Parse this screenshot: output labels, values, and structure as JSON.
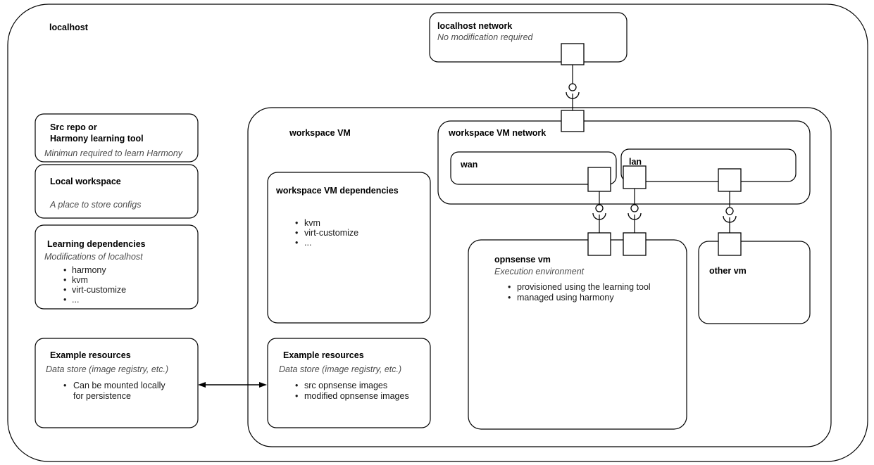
{
  "diagram": {
    "localhost": {
      "label": "localhost"
    },
    "localhost_network": {
      "title": "localhost network",
      "subtitle": "No modification required"
    },
    "src_repo": {
      "title_line1": "Src repo or",
      "title_line2": "Harmony learning tool",
      "subtitle": "Minimun required to learn Harmony"
    },
    "local_workspace": {
      "title": "Local workspace",
      "subtitle": "A place to store configs"
    },
    "learning_dependencies": {
      "title": "Learning dependencies",
      "subtitle": "Modifications of localhost",
      "items": [
        "harmony",
        "kvm",
        "virt-customize",
        "..."
      ]
    },
    "example_resources_local": {
      "title": "Example resources",
      "subtitle": "Data store (image registry, etc.)",
      "items": [
        "Can be mounted locally",
        "for persistence"
      ]
    },
    "workspace_vm": {
      "label": "workspace VM"
    },
    "workspace_vm_dependencies": {
      "title": "workspace VM dependencies",
      "items": [
        "kvm",
        "virt-customize",
        "..."
      ]
    },
    "example_resources_vm": {
      "title": "Example resources",
      "subtitle": "Data store (image registry, etc.)",
      "items": [
        "src opnsense images",
        "modified opnsense images"
      ]
    },
    "workspace_vm_network": {
      "label": "workspace VM network"
    },
    "wan": {
      "label": "wan"
    },
    "lan": {
      "label": "lan"
    },
    "opnsense_vm": {
      "title": "opnsense vm",
      "subtitle": "Execution environment",
      "items": [
        "provisioned using the learning tool",
        "managed using harmony"
      ]
    },
    "other_vm": {
      "label": "other vm"
    },
    "bullet_glyph": "•",
    "colors": {
      "stroke": "#000000",
      "background": "#ffffff",
      "subtitle_text": "#4d4d4d"
    }
  }
}
